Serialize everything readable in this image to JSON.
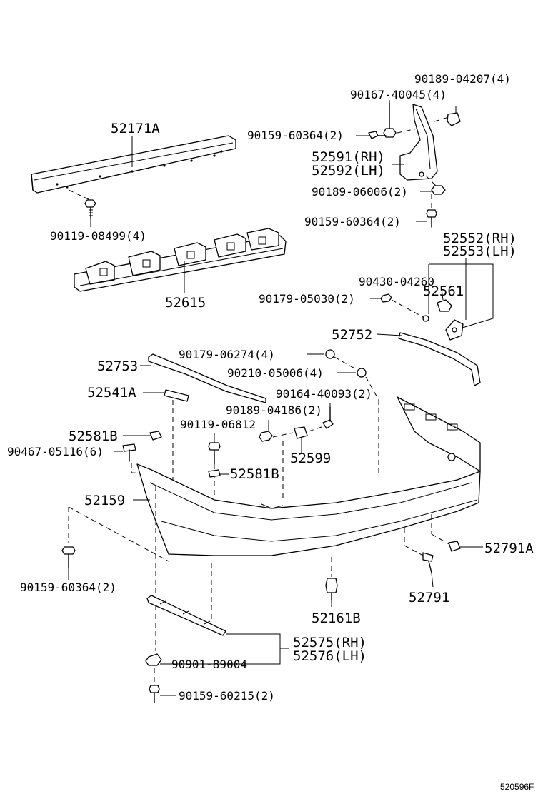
{
  "labels": {
    "p52171A": "52171A",
    "p90119_08499": "90119-08499(4)",
    "p52615": "52615",
    "p90189_04207": "90189-04207(4)",
    "p90167_40045": "90167-40045(4)",
    "p90159_60364_top": "90159-60364(2)",
    "p52591": "52591(RH)",
    "p52592": "52592(LH)",
    "p90189_06006": "90189-06006(2)",
    "p90159_60364_mid": "90159-60364(2)",
    "p52552": "52552(RH)",
    "p52553": "52553(LH)",
    "p90430_04260": "90430-04260",
    "p52561": "52561",
    "p90179_05030": "90179-05030(2)",
    "p52752": "52752",
    "p90179_06274": "90179-06274(4)",
    "p52753": "52753",
    "p90210_05006": "90210-05006(4)",
    "p52541A": "52541A",
    "p90164_40093": "90164-40093(2)",
    "p90189_04186": "90189-04186(2)",
    "p52581B_a": "52581B",
    "p90119_06812": "90119-06812",
    "p90467_05116": "90467-05116(6)",
    "p52599": "52599",
    "p52581B_b": "52581B",
    "p52159": "52159",
    "p52791A": "52791A",
    "p90159_60364_bot": "90159-60364(2)",
    "p52161B": "52161B",
    "p52791": "52791",
    "p52575": "52575(RH)",
    "p52576": "52576(LH)",
    "p90901_89004": "90901-89004",
    "p90159_60215": "90159-60215(2)"
  },
  "diagram_code": "520596F"
}
